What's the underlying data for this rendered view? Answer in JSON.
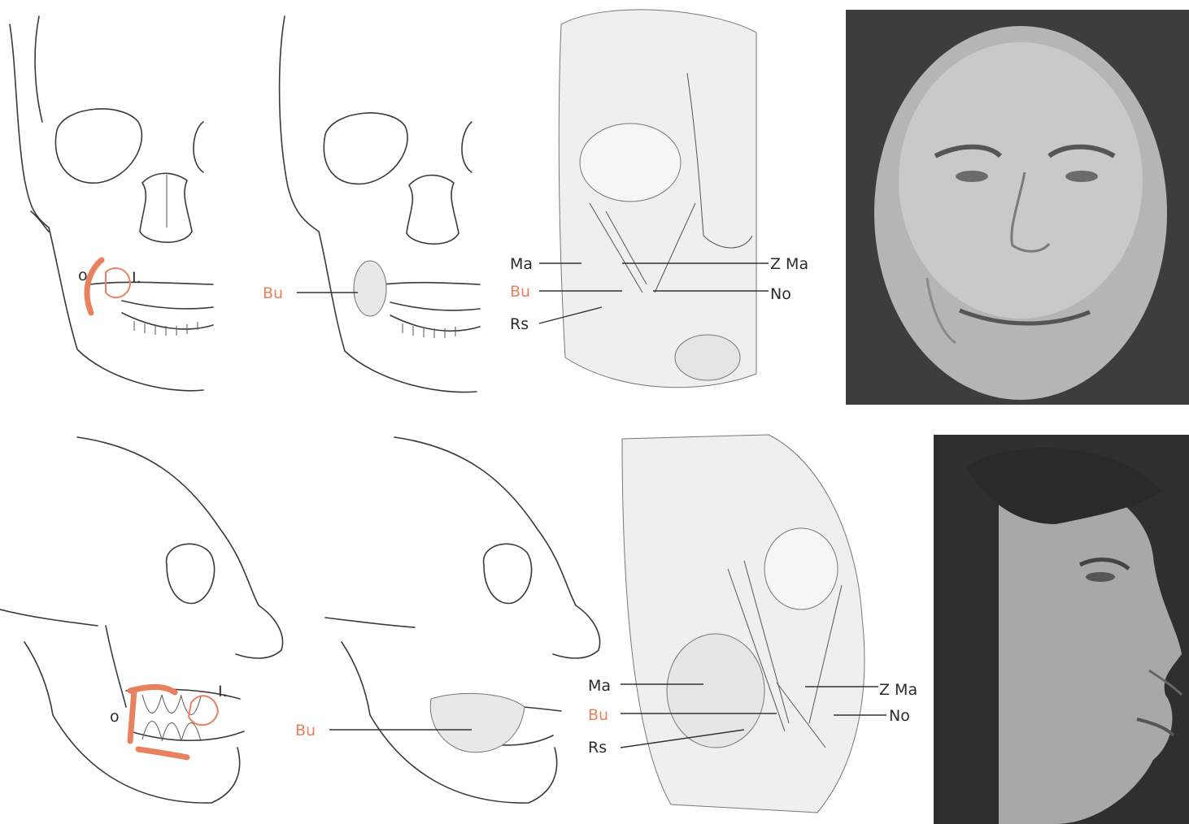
{
  "colors": {
    "accent": "#e9805e",
    "ink": "#3a3a3a",
    "photo_bg": "#3a3a3a"
  },
  "frontal": {
    "skeletal_points": {
      "origin": "o",
      "insertion": "I."
    },
    "skull_label": "Bu",
    "muscle_labels": {
      "masseter": "Ma",
      "buccinator": "Bu",
      "risorius": "Rs",
      "zygomaticus": "Z Ma",
      "node": "No"
    }
  },
  "lateral": {
    "skeletal_points": {
      "origin": "o",
      "insertion": "I."
    },
    "skull_label": "Bu",
    "muscle_labels": {
      "masseter": "Ma",
      "buccinator": "Bu",
      "risorius": "Rs",
      "zygomaticus": "Z Ma",
      "node": "No"
    }
  }
}
